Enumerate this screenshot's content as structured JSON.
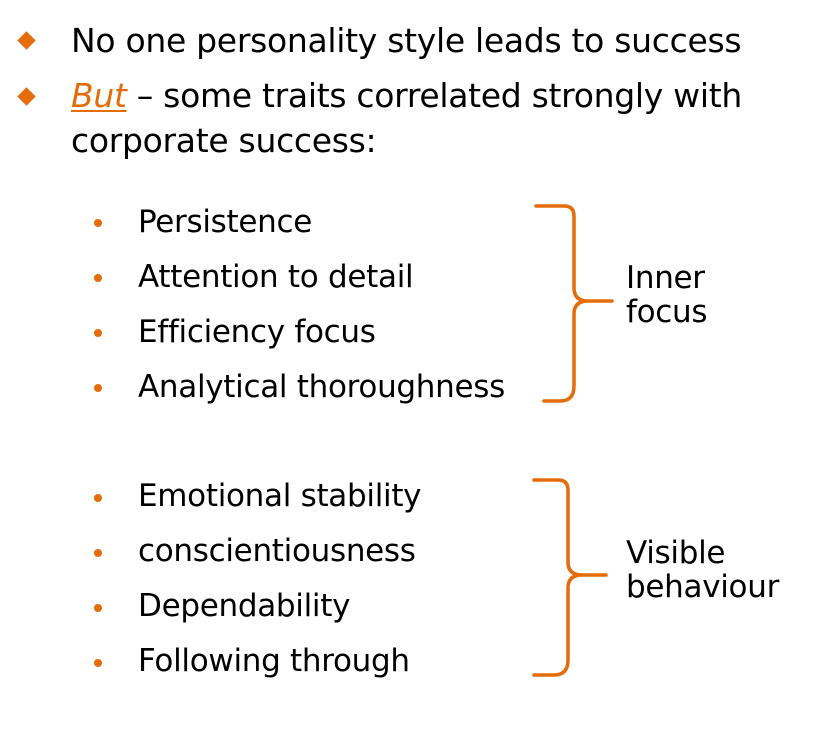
{
  "theme": {
    "accent": "#E46C0A",
    "text": "#000000",
    "background": "#FFFFFF"
  },
  "bullets": [
    {
      "icon": "diamond-bullet-icon",
      "emphasis": "",
      "text": "No one personality style leads to success"
    },
    {
      "icon": "diamond-bullet-icon",
      "emphasis": "But",
      "text": " – some traits correlated strongly with",
      "continuation": "corporate success:"
    }
  ],
  "groups": [
    {
      "label_lines": [
        "Inner",
        "focus"
      ],
      "items": [
        "Persistence",
        "Attention to detail",
        "Efficiency focus",
        "Analytical thoroughness"
      ]
    },
    {
      "label_lines": [
        "Visible",
        "behaviour"
      ],
      "items": [
        "Emotional stability",
        "conscientiousness",
        "Dependability",
        "Following through"
      ]
    }
  ]
}
